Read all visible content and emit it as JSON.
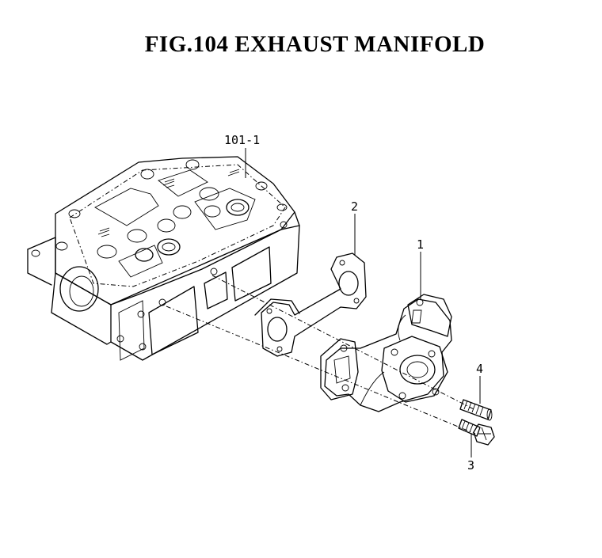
{
  "figure": {
    "title": "FIG.104  EXHAUST MANIFOLD"
  },
  "callouts": {
    "cylinder_head": "101-1",
    "gasket": "2",
    "manifold": "1",
    "stud": "4",
    "bolt": "3"
  }
}
